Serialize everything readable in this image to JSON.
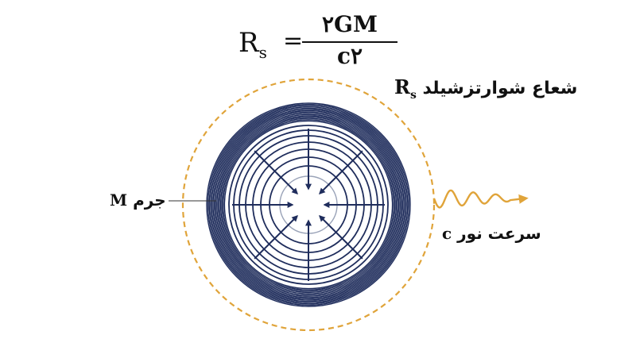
{
  "formula": {
    "lhs_symbol": "R",
    "lhs_subscript": "s",
    "equals": "=",
    "numerator": "۲GM",
    "denominator": "c۲"
  },
  "labels": {
    "radius_text": "شعاع شوارتزشیلد",
    "radius_symbol": "R",
    "radius_subscript": "s",
    "mass_text": "جرم",
    "mass_symbol": "M",
    "light_text": "سرعت نور",
    "light_symbol": "c"
  },
  "colors": {
    "body": "#1f2d5c",
    "horizon": "#e0a43a",
    "inner_ring": "#9aa3b8",
    "text": "#111111"
  },
  "icons": {
    "wave": "wavy-arrow-icon"
  }
}
